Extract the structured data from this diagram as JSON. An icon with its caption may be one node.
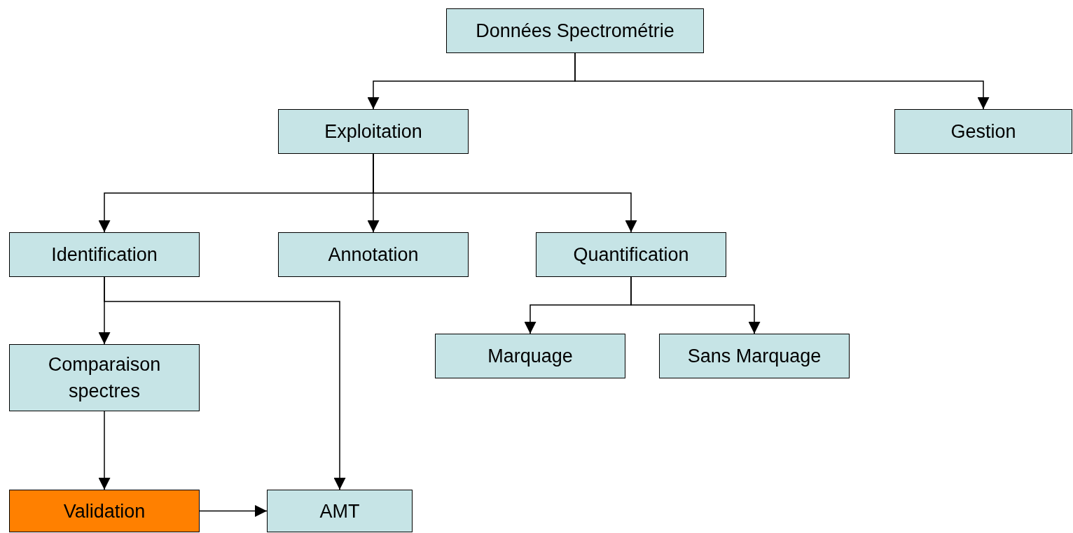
{
  "diagram": {
    "nodes": [
      {
        "text": [
          "Données Spectrométrie"
        ]
      },
      {
        "text": [
          "Exploitation"
        ]
      },
      {
        "text": [
          "Gestion"
        ]
      },
      {
        "text": [
          "Identification"
        ]
      },
      {
        "text": [
          "Annotation"
        ]
      },
      {
        "text": [
          "Quantification"
        ]
      },
      {
        "text": [
          "Comparaison spectres"
        ]
      },
      {
        "text": [
          "Marquage"
        ]
      },
      {
        "text": [
          "Sans Marquage"
        ]
      },
      {
        "text": [
          "Validation"
        ]
      },
      {
        "text": [
          "AMT"
        ]
      }
    ],
    "edges": [
      {
        "from": 0,
        "to": 1,
        "arrow": "to"
      },
      {
        "from": 0,
        "to": 2,
        "arrow": "to"
      },
      {
        "from": 1,
        "to": 3,
        "arrow": "to"
      },
      {
        "from": 1,
        "to": 4,
        "arrow": "to"
      },
      {
        "from": 1,
        "to": 5,
        "arrow": "to"
      },
      {
        "from": 3,
        "to": 6,
        "arrow": "to"
      },
      {
        "from": 3,
        "to": 10,
        "arrow": "to"
      },
      {
        "from": 5,
        "to": 7,
        "arrow": "to"
      },
      {
        "from": 5,
        "to": 8,
        "arrow": "to"
      },
      {
        "from": 6,
        "to": 9,
        "arrow": "to"
      },
      {
        "from": 9,
        "to": 10,
        "arrow": "to"
      }
    ]
  }
}
